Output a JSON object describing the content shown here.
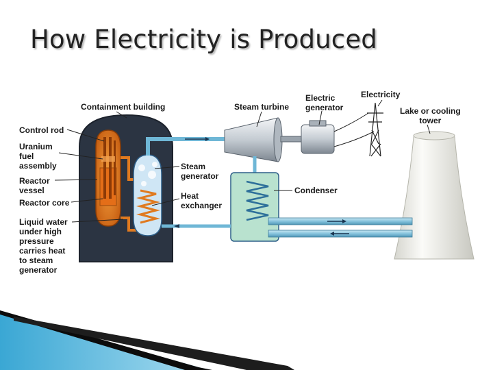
{
  "slide": {
    "title": "How Electricity is Produced"
  },
  "diagram": {
    "labels": {
      "containment_building": "Containment building",
      "steam_turbine": "Steam turbine",
      "electric_generator": "Electric\ngenerator",
      "electricity": "Electricity",
      "lake_or_cooling_tower": "Lake or cooling\ntower",
      "control_rod": "Control rod",
      "uranium_fuel_assembly": "Uranium\nfuel\nassembly",
      "reactor_vessel": "Reactor\nvessel",
      "reactor_core": "Reactor core",
      "liquid_water": "Liquid water\nunder high\npressure\ncarries heat\nto steam\ngenerator",
      "steam_generator": "Steam\ngenerator",
      "heat_exchanger": "Heat\nexchanger",
      "condenser": "Condenser"
    },
    "colors": {
      "containment": "#2b3442",
      "reactor": "#e07a1f",
      "water_pipe": "#86c3dd",
      "condenser": "#b9e2cf",
      "tower": "#f2f2ec"
    }
  }
}
